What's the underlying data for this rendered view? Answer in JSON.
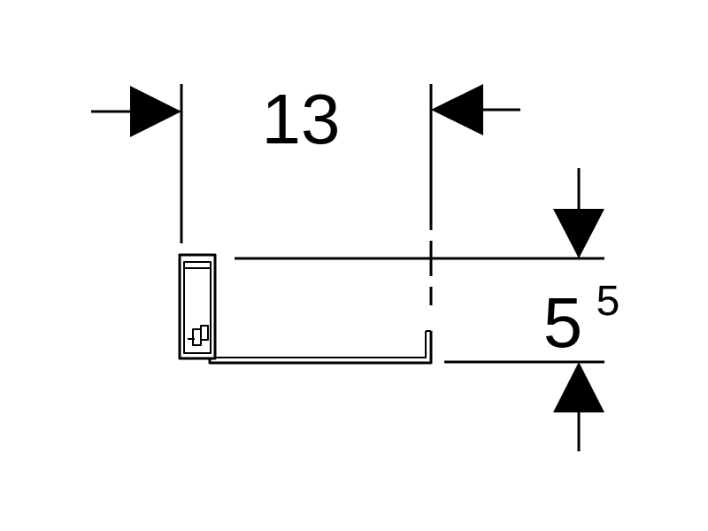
{
  "dimensions": {
    "width_label": "13",
    "height_main": "5",
    "height_superscript": "5"
  },
  "colors": {
    "line": "#000000",
    "background": "#ffffff"
  }
}
